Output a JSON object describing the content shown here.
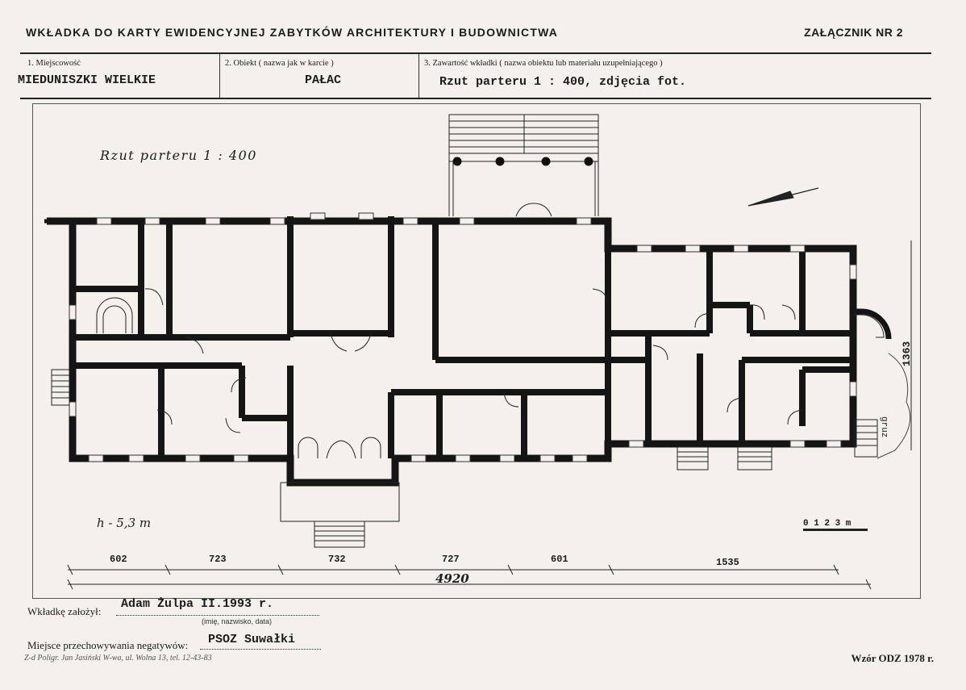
{
  "header": {
    "title": "WKŁADKA DO KARTY EWIDENCYJNEJ ZABYTKÓW ARCHITEKTURY I BUDOWNICTWA",
    "annex": "ZAŁĄCZNIK NR 2"
  },
  "fields": {
    "place_label": "1. Miejscowość",
    "place_value": "MIEDUNISZKI WIELKIE",
    "object_label": "2. Obiekt ( nazwa jak w karcie )",
    "object_value": "PAŁAC",
    "content_label": "3. Zawartość wkładki ( nazwa obiektu lub materiału uzupełniającego )",
    "content_value": "Rzut parteru 1 : 400, zdjęcia fot."
  },
  "plan": {
    "title": "Rzut parteru   1 : 400",
    "height_note": "h - 5,3 m",
    "scale_bar": "0  1  2  3 m",
    "dims": [
      "602",
      "723",
      "732",
      "727",
      "601",
      "1535"
    ],
    "total": "4920",
    "depth": "1363",
    "rubble": "gruz"
  },
  "footer": {
    "author_label": "Wkładkę założył:",
    "author_value": "Adam Żulpa   II.1993 r.",
    "author_hint": "(imię, nazwisko, data)",
    "negatives_label": "Miejsce przechowywania negatywów:",
    "negatives_value": "PSOZ Suwałki",
    "printer": "Z-d Poligr. Jan Jasiński W-wa, ul. Wolna 13, tel. 12-43-83",
    "form": "Wzór ODZ 1978 r."
  }
}
